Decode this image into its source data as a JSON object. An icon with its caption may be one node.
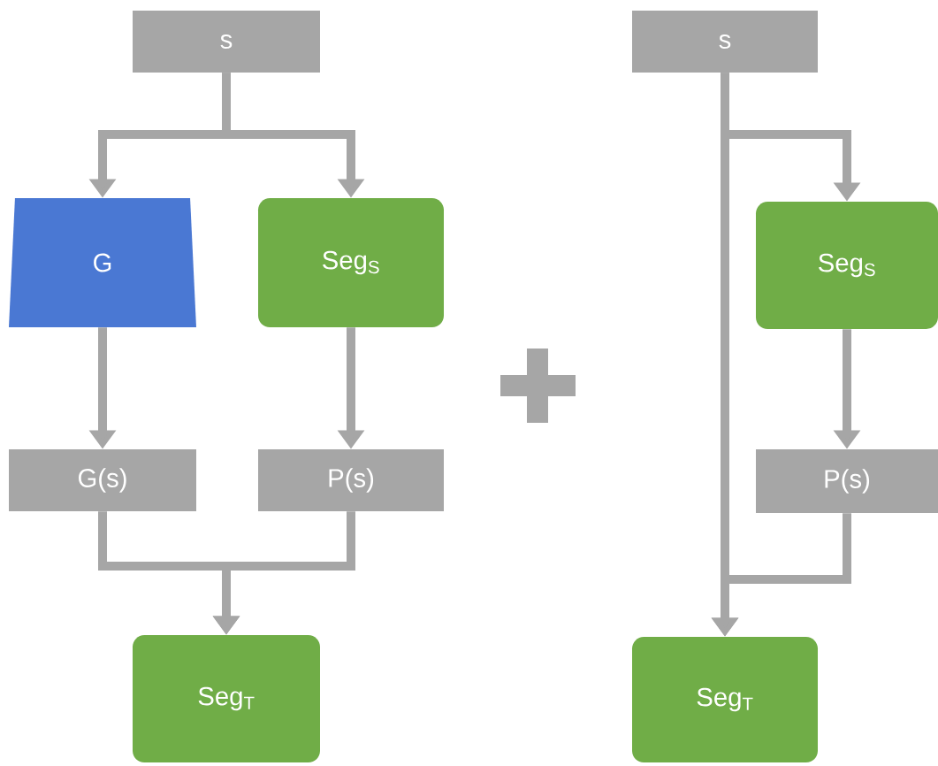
{
  "diagram": {
    "nodes": [
      {
        "text": [
          "s"
        ]
      },
      {
        "text": [
          "G"
        ]
      },
      {
        "text": [
          "Seg$_{S}$"
        ]
      },
      {
        "text": [
          "G(s)"
        ]
      },
      {
        "text": [
          "P(s)"
        ]
      },
      {
        "text": [
          "Seg$_{T}$"
        ]
      },
      {
        "text": [
          "s"
        ]
      },
      {
        "text": [
          "Seg$_{S}$"
        ]
      },
      {
        "text": [
          "P(s)"
        ]
      },
      {
        "text": [
          "Seg$_{T}$"
        ]
      }
    ],
    "edges": [
      {
        "from": 0,
        "to": 1,
        "arrow": "to"
      },
      {
        "from": 0,
        "to": 2,
        "arrow": "to"
      },
      {
        "from": 1,
        "to": 3,
        "arrow": "to"
      },
      {
        "from": 2,
        "to": 4,
        "arrow": "to"
      },
      {
        "from": 3,
        "to": 5,
        "arrow": "to"
      },
      {
        "from": 4,
        "to": 5,
        "arrow": "to"
      },
      {
        "from": 6,
        "to": 7,
        "arrow": "to"
      },
      {
        "from": 6,
        "to": 9,
        "arrow": "to"
      },
      {
        "from": 7,
        "to": 8,
        "arrow": "to"
      },
      {
        "from": 8,
        "to": 9,
        "arrow": "to"
      }
    ]
  }
}
